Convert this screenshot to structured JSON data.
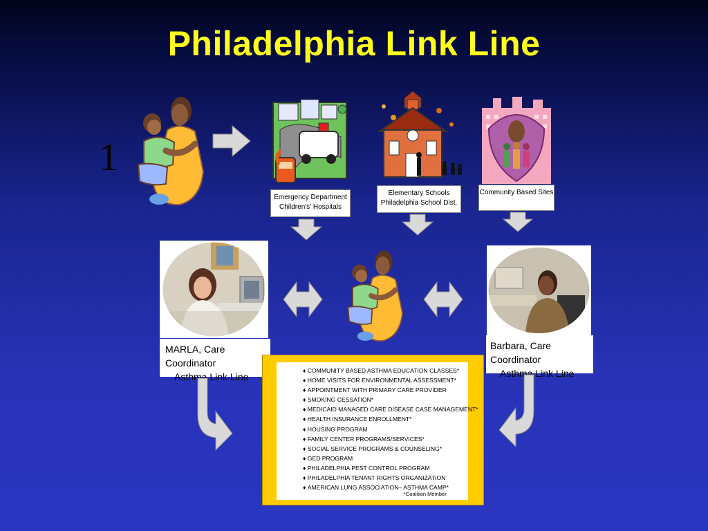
{
  "title": "Philadelphia Link Line",
  "slide_number": "1",
  "sources": [
    {
      "line1": "Emergency Department",
      "line2": "Children's' Hospitals"
    },
    {
      "line1": "Elementary Schools",
      "line2": "Philadelphia School Dist."
    },
    {
      "line1": "Community Based Sites",
      "line2": ""
    }
  ],
  "coordinators": [
    {
      "line1": "MARLA, Care Coordinator",
      "line2": "Asthma Link Line"
    },
    {
      "line1": "Barbara, Care Coordinator",
      "line2": "Asthma Link Line"
    }
  ],
  "services": [
    "COMMUNITY BASED ASTHMA EDUCATION CLASSES*",
    "HOME VISITS FOR ENVIRONMENTAL ASSESSMENT*",
    "APPOINTMENT WITH PRIMARY CARE PROVIDER",
    "SMOKING CESSATION*",
    "MEDICAID MANAGED CARE DISEASE CASE MANAGEMENT*",
    "HEALTH INSURANCE ENROLLMENT*",
    "HOUSING PROGRAM",
    "FAMILY CENTER PROGRAMS/SERVICES*",
    "SOCIAL SERVICE PROGRAMS & COUNSELING*",
    "GED PROGRAM",
    "PHILADELPHIA PEST CONTROL PROGRAM",
    "PHILADELPHIA TENANT RIGHTS ORGANIZATION",
    "AMERICAN LUNG ASSOCIATION– ASTHMA CAMP*"
  ],
  "services_note": "*Coalition Member",
  "colors": {
    "title": "#ffff1a",
    "background": "#2833b8",
    "services_frame": "#ffcc00",
    "arrow": "#d9d9d9"
  }
}
